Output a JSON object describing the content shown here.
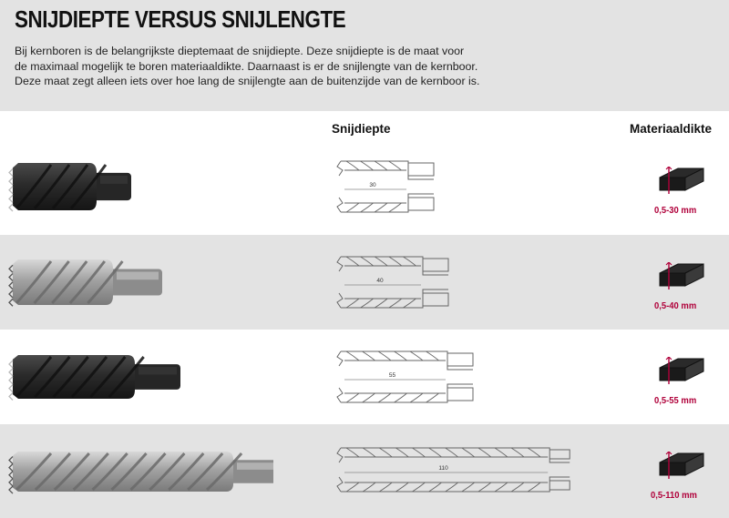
{
  "heading": {
    "title": "SNIJDIEPTE VERSUS SNIJLENGTE",
    "lines": [
      "Bij kernboren is de belangrijkste dieptemaat de snijdiepte. Deze snijdiepte is de maat voor",
      "de maximaal mogelijk te boren materiaaldikte. Daarnaast is er de snijlengte van de kernboor.",
      "Deze maat zegt alleen iets over hoe lang de snijlengte aan de buitenzijde van de kernboor is."
    ]
  },
  "columns": {
    "depth": "Snijdiepte",
    "thickness": "Materiaaldikte"
  },
  "rows": [
    {
      "depth_label": "30",
      "range": "0,5-30 mm",
      "depth": 30,
      "finish": "black"
    },
    {
      "depth_label": "40",
      "range": "0,5-40 mm",
      "depth": 40,
      "finish": "steel"
    },
    {
      "depth_label": "55",
      "range": "0,5-55 mm",
      "depth": 55,
      "finish": "black"
    },
    {
      "depth_label": "110",
      "range": "0,5-110 mm",
      "depth": 110,
      "finish": "steel"
    }
  ],
  "colors": {
    "band": "#e3e3e3",
    "accent": "#b0003a",
    "black_tool": "#2a2a2a",
    "steel_tool": "#9a9a9a"
  }
}
